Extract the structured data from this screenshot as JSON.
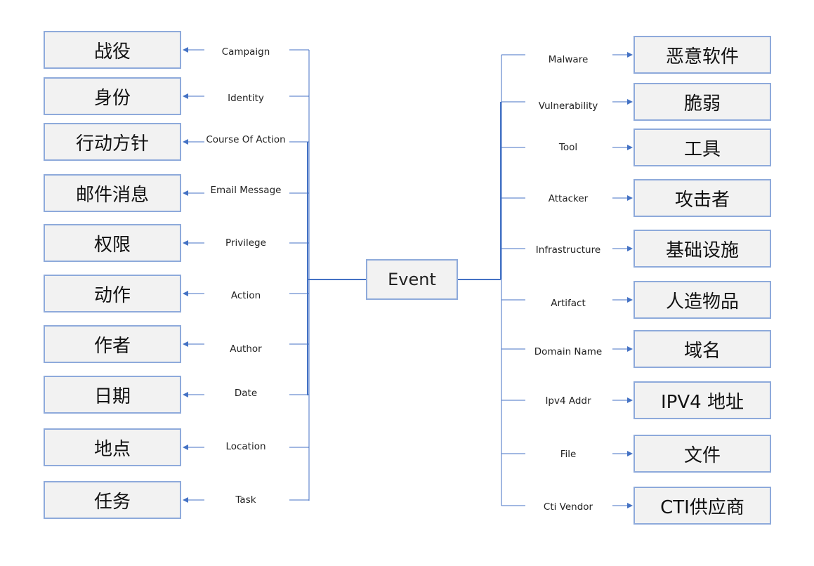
{
  "center": {
    "label": "Event"
  },
  "left": [
    {
      "relation": "Campaign",
      "entity": "战役"
    },
    {
      "relation": "Identity",
      "entity": "身份"
    },
    {
      "relation": "Course  Of Action",
      "entity": "行动方针"
    },
    {
      "relation": "Email Message",
      "entity": "邮件消息"
    },
    {
      "relation": "Privilege",
      "entity": "权限"
    },
    {
      "relation": "Action",
      "entity": "动作"
    },
    {
      "relation": "Author",
      "entity": "作者"
    },
    {
      "relation": "Date",
      "entity": "日期"
    },
    {
      "relation": "Location",
      "entity": "地点"
    },
    {
      "relation": "Task",
      "entity": "任务"
    }
  ],
  "right": [
    {
      "relation": "Malware",
      "entity": "恶意软件"
    },
    {
      "relation": "Vulnerability",
      "entity": "脆弱"
    },
    {
      "relation": "Tool",
      "entity": "工具"
    },
    {
      "relation": "Attacker",
      "entity": "攻击者"
    },
    {
      "relation": "Infrastructure",
      "entity": "基础设施"
    },
    {
      "relation": "Artifact",
      "entity": "人造物品"
    },
    {
      "relation": "Domain Name",
      "entity": "域名"
    },
    {
      "relation": "Ipv4 Addr",
      "entity": "IPV4 地址"
    },
    {
      "relation": "File",
      "entity": "文件"
    },
    {
      "relation": "Cti Vendor",
      "entity": "CTI供应商"
    }
  ],
  "colors": {
    "line": "#4472c4",
    "box_border": "#8eaadb",
    "box_fill": "#f2f2f2"
  }
}
